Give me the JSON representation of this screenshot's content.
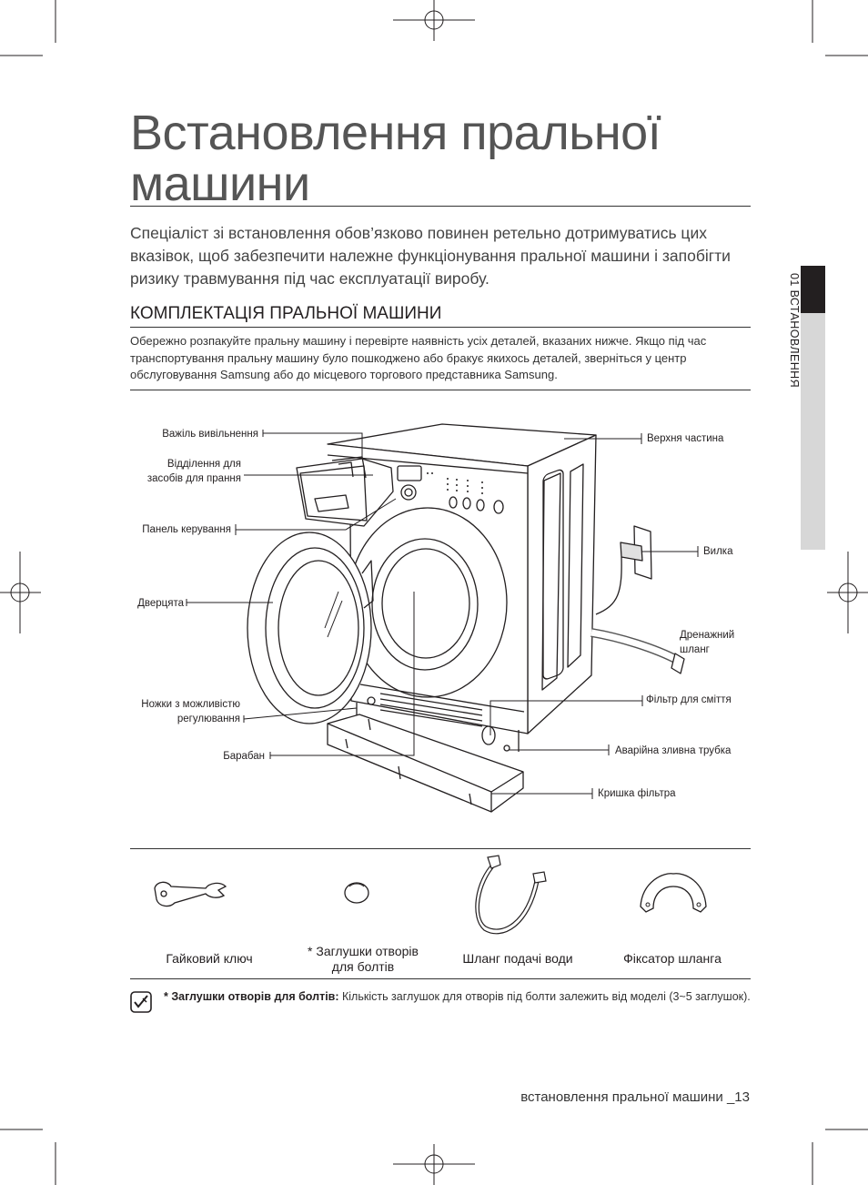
{
  "header": {
    "title_line1": "Встановлення пральної",
    "title_line2": "машини",
    "intro": "Спеціаліст зі встановлення обов’язково повинен ретельно дотримуватись цих вказівок, щоб забезпечити належне функціонування пральної машини і запобігти ризику травмування під час експлуатації виробу."
  },
  "section": {
    "heading": "КОМПЛЕКТАЦІЯ ПРАЛЬНОЇ МАШИНИ",
    "body": "Обережно розпакуйте пральну машину і перевірте наявність усіх деталей, вказаних нижче. Якщо під час транспортування пральну машину було пошкоджено або бракує якихось деталей, зверніться у центр обслуговування Samsung або до місцевого торгового представника Samsung."
  },
  "diagram": {
    "labels": {
      "release_lever": "Важіль вивільнення",
      "detergent_l1": "Відділення для",
      "detergent_l2": "засобів для прання",
      "control_panel": "Панель керування",
      "door": "Дверцята",
      "feet_l1": "Ножки з можливістю",
      "feet_l2": "регулювання",
      "drum": "Барабан",
      "top": "Верхня частина",
      "plug": "Вилка",
      "drain_l1": "Дренажний",
      "drain_l2": "шланг",
      "debris_filter": "Фільтр для сміття",
      "emergency_drain": "Аварійна зливна трубка",
      "filter_cover": "Кришка фільтра"
    }
  },
  "accessories": [
    {
      "label": "Гайковий ключ",
      "icon": "spanner-icon"
    },
    {
      "label": "* Заглушки отворів",
      "label2": "для болтів",
      "icon": "bolt-cap-icon"
    },
    {
      "label": "Шланг подачі води",
      "icon": "water-hose-icon"
    },
    {
      "label": "Фіксатор шланга",
      "icon": "hose-guide-icon"
    }
  ],
  "note": {
    "bold": "* Заглушки отворів для болтів:",
    "text": " Кількість заглушок для отворів під болти залежить від моделі (3~5 заглушок).",
    "icon": "note-icon"
  },
  "sidebar": {
    "tab": "01 ВСТАНОВЛЕННЯ"
  },
  "footer": {
    "text": "встановлення пральної машини _13"
  }
}
